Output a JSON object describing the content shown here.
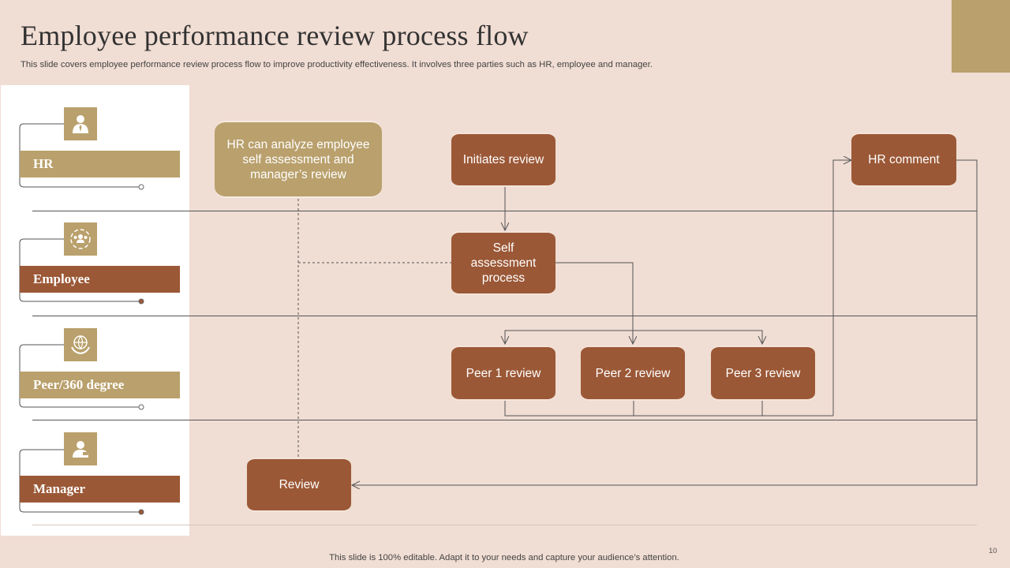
{
  "slide": {
    "title": "Employee performance review process flow",
    "subtitle": "This slide covers employee performance review process flow to improve productivity effectiveness. It involves three parties such as HR, employee and manager.",
    "footer": "This slide is 100% editable. Adapt it to your needs and capture your audience’s attention.",
    "page_number": "10"
  },
  "lanes": [
    {
      "label": "HR",
      "icon": "person-tie-icon",
      "color": "#b9a06c"
    },
    {
      "label": "Employee",
      "icon": "team-network-icon",
      "color": "#9b5836"
    },
    {
      "label": "Peer/360 degree",
      "icon": "globe-hands-icon",
      "color": "#b9a06c"
    },
    {
      "label": "Manager",
      "icon": "manager-icon",
      "color": "#9b5836"
    }
  ],
  "nodes": {
    "hr_analyze": "HR can analyze employee self assessment and manager’s review",
    "initiates_review": "Initiates review",
    "hr_comment": "HR comment",
    "self_assessment": "Self assessment process",
    "peer1": "Peer 1 review",
    "peer2": "Peer 2 review",
    "peer3": "Peer 3 review",
    "review": "Review"
  },
  "colors": {
    "background": "#f0ddd3",
    "gold": "#b9a06c",
    "brown": "#9b5836",
    "line": "#555555"
  }
}
